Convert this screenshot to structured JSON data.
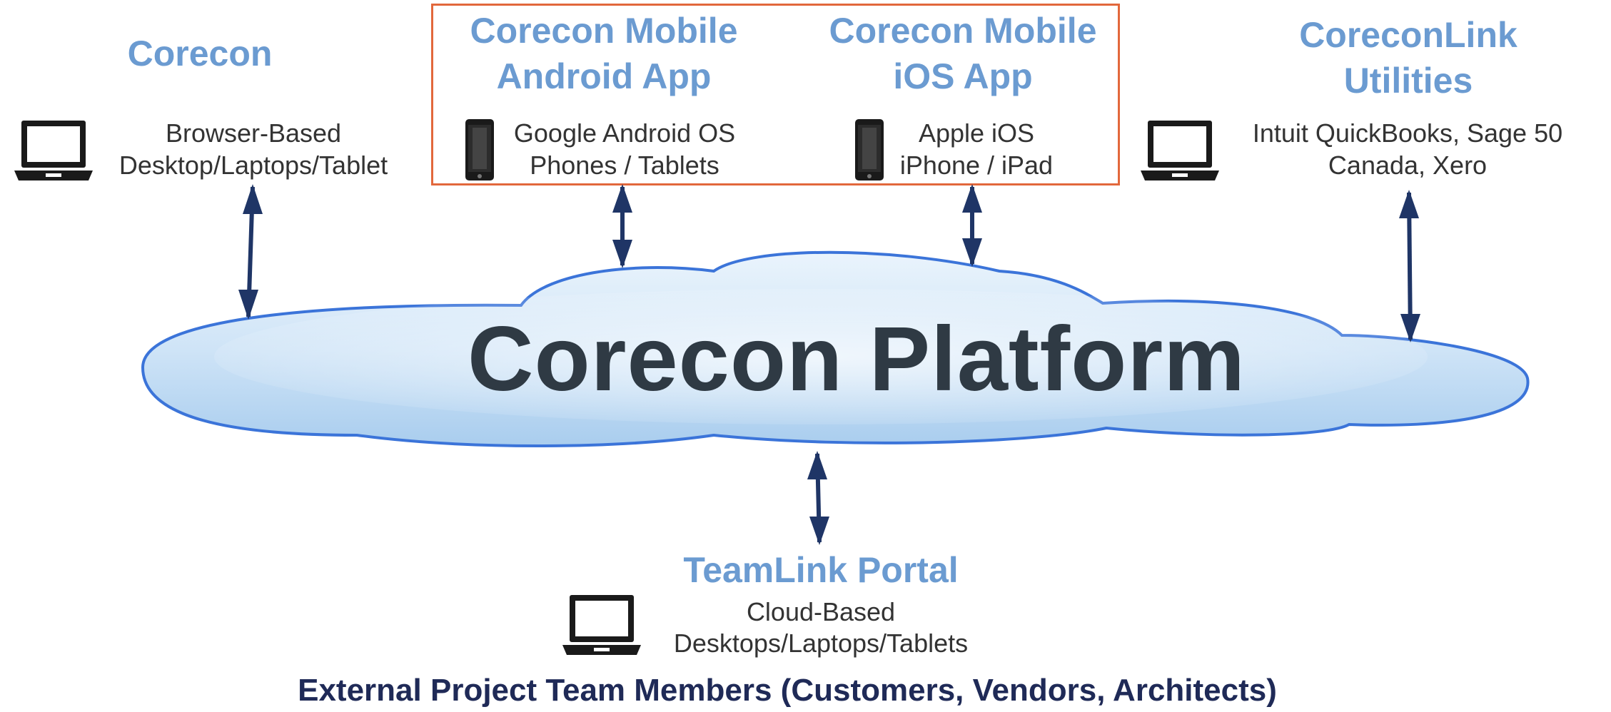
{
  "corecon": {
    "title": "Corecon",
    "desc_line1": "Browser-Based",
    "desc_line2": "Desktop/Laptops/Tablet",
    "icon": "laptop-icon"
  },
  "android_app": {
    "title_line1": "Corecon Mobile",
    "title_line2": "Android App",
    "desc_line1": "Google Android OS",
    "desc_line2": "Phones / Tablets",
    "icon": "phone-icon"
  },
  "ios_app": {
    "title_line1": "Corecon Mobile",
    "title_line2": "iOS App",
    "desc_line1": "Apple iOS",
    "desc_line2": "iPhone / iPad",
    "icon": "phone-icon"
  },
  "coreconlink": {
    "title_line1": "CoreconLink",
    "title_line2": "Utilities",
    "desc_line1": "Intuit QuickBooks, Sage 50",
    "desc_line2": "Canada, Xero",
    "icon": "laptop-icon"
  },
  "platform": {
    "title": "Corecon Platform"
  },
  "teamlink": {
    "title": "TeamLink Portal",
    "desc_line1": "Cloud-Based",
    "desc_line2": "Desktops/Laptops/Tablets",
    "icon": "laptop-icon"
  },
  "footer": {
    "title": "External Project Team Members (Customers, Vendors, Architects)"
  },
  "colors": {
    "title_blue": "#6b9bd1",
    "arrow_navy": "#1f3566",
    "box_orange": "#e2683c",
    "platform_text": "#2f3a44"
  }
}
